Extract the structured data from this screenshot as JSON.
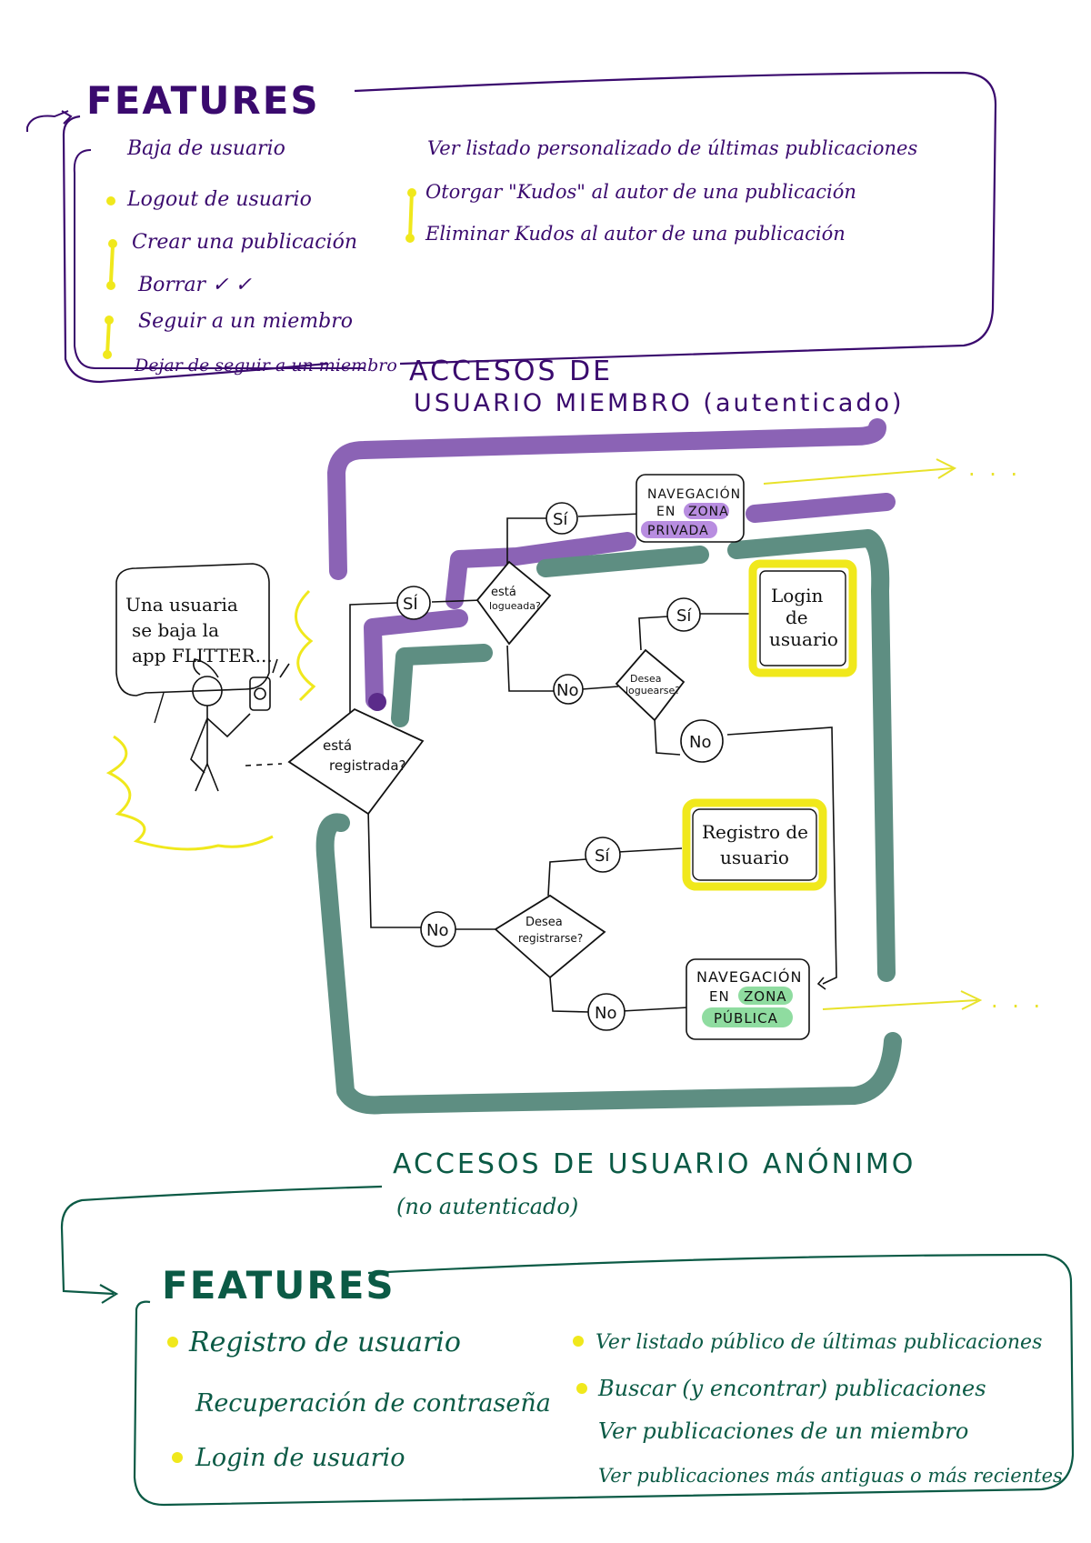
{
  "member_features": {
    "title": "FEATURES",
    "left_items": [
      "Baja de usuario",
      "Logout de usuario",
      "Crear una publicación",
      "Borrar ✓ ✓",
      "Seguir a un miembro",
      "Dejar de seguir a un miembro"
    ],
    "right_items": [
      "Ver listado personalizado de últimas publicaciones",
      "Otorgar \"Kudos\" al autor de una publicación",
      "Eliminar Kudos al autor de una publicación"
    ]
  },
  "member_access_label": {
    "line1": "ACCESOS DE",
    "line2": "USUARIO MIEMBRO (autenticado)"
  },
  "anon_access_label": {
    "line1": "ACCESOS DE USUARIO ANÓNIMO",
    "line2": "(no autenticado)"
  },
  "anon_features": {
    "title": "FEATURES",
    "left_items": [
      "Registro de usuario",
      "Recuperación de contraseña",
      "Login de usuario"
    ],
    "right_items": [
      "Ver listado público de últimas publicaciones",
      "Buscar (y encontrar) publicaciones",
      "Ver publicaciones de un miembro",
      "Ver publicaciones más antiguas o más recientes"
    ]
  },
  "flow": {
    "speech": [
      "Una usuaria",
      "se baja la",
      "app FLITTER..."
    ],
    "diamond_registered": [
      "está",
      "registrada?"
    ],
    "diamond_logged": [
      "está",
      "logueada?"
    ],
    "diamond_wants_login": [
      "Desea",
      "loguearse?"
    ],
    "diamond_wants_register": [
      "Desea",
      "registrarse?"
    ],
    "yes": "SÍ",
    "yes_alt": "Sí",
    "no": "No",
    "private_nav": [
      "NAVEGACIÓN",
      "EN",
      "ZONA",
      "PRIVADA"
    ],
    "public_nav": [
      "NAVEGACIÓN",
      "EN",
      "ZONA",
      "PÚBLICA"
    ],
    "login_box": [
      "Login",
      "de",
      "usuario"
    ],
    "register_box": [
      "Registro de",
      "usuario"
    ],
    "ellipsis": ". . ."
  },
  "colors": {
    "member_purple": "#8b63b5",
    "member_text": "#3a0a6e",
    "anon_teal": "#5e8e82",
    "anon_text": "#0b5a45",
    "highlight_yellow": "#f0e81c",
    "private_highlight": "#b88de0",
    "public_highlight": "#8fdca0"
  }
}
